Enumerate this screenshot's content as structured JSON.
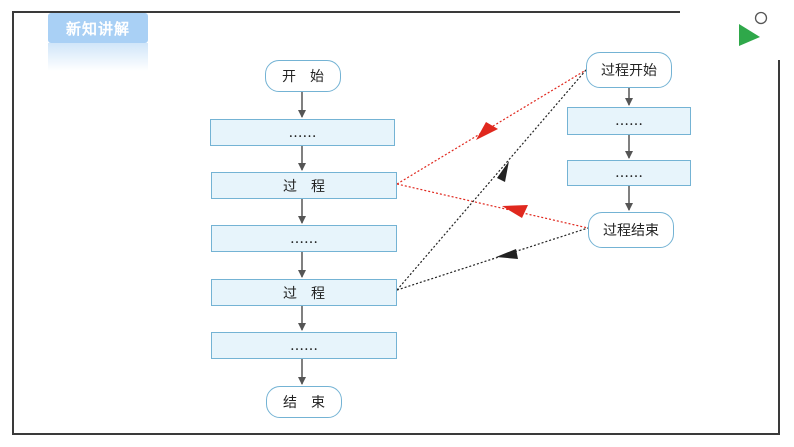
{
  "header": {
    "title": "新知讲解"
  },
  "main_flow": {
    "start": "开　始",
    "step1": "……",
    "proc1": "过　程",
    "step2": "……",
    "proc2": "过　程",
    "step3": "……",
    "end": "结　束"
  },
  "sub_flow": {
    "start": "过程开始",
    "step1": "……",
    "step2": "……",
    "end": "过程结束"
  },
  "colors": {
    "node_border": "#74b3d4",
    "node_fill": "#e7f4fb",
    "header_badge": "#a9d0f5",
    "call_arrow": "#e0281e",
    "return_arrow": "#222222",
    "play_icon": "#2fa84a"
  },
  "icons": {
    "play": "play-triangle-icon"
  }
}
